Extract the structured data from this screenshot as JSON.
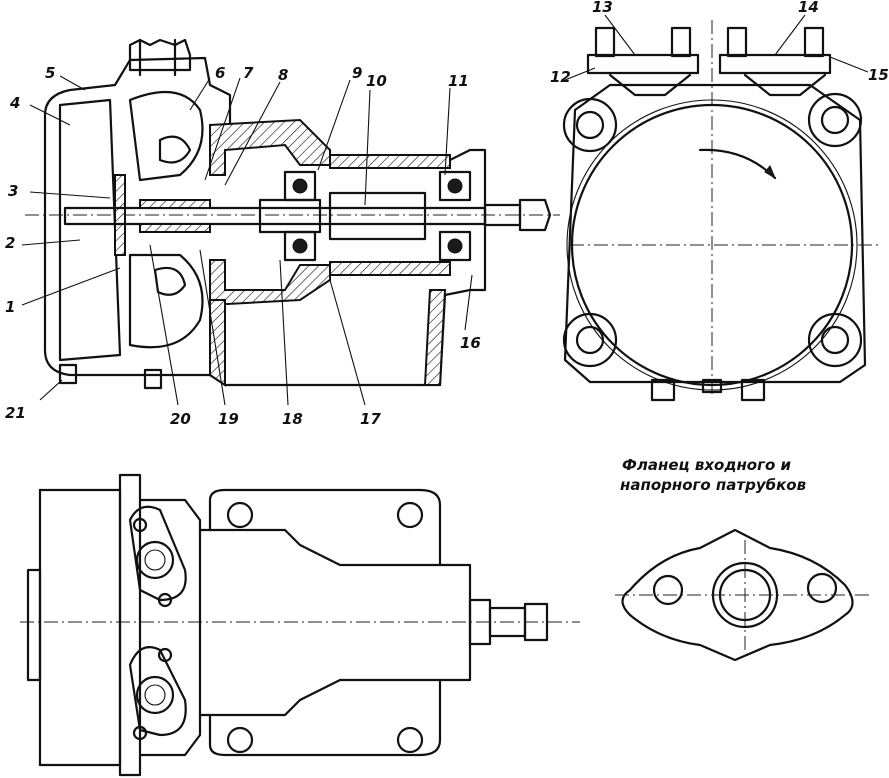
{
  "callouts": [
    "1",
    "2",
    "3",
    "4",
    "5",
    "6",
    "7",
    "8",
    "9",
    "10",
    "11",
    "12",
    "13",
    "14",
    "15",
    "16",
    "17",
    "18",
    "19",
    "20",
    "21"
  ],
  "flange_caption": {
    "line1": "Фланец входного и",
    "line2": "напорного патрубков"
  },
  "colors": {
    "ink": "#111111",
    "paper": "#ffffff"
  }
}
